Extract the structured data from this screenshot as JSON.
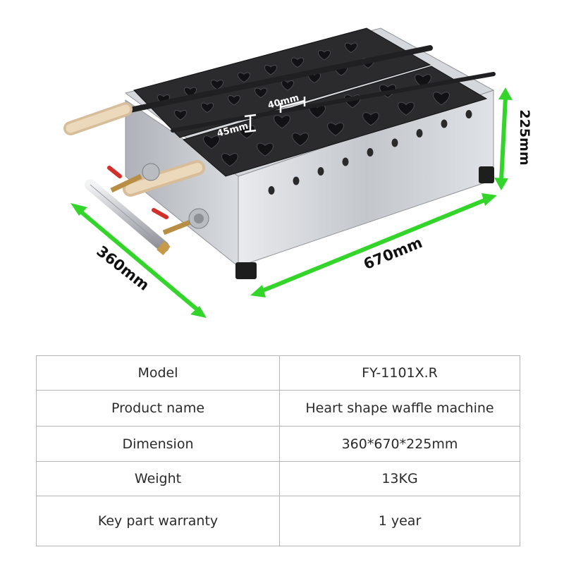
{
  "dimensions": {
    "depth": "360mm",
    "width": "670mm",
    "height": "225mm",
    "cavity_width": "40mm",
    "cavity_height": "45mm"
  },
  "colors": {
    "arrow": "#34d52b",
    "plate": "#2b2b2e",
    "steel": "#c9ccd0",
    "handle": "#e9d3b4",
    "valve": "#e0302a",
    "table_border": "#b5b5b5"
  },
  "specs": [
    {
      "label": "Model",
      "value": "FY-1101X.R"
    },
    {
      "label": "Product name",
      "value": "Heart shape waffle machine"
    },
    {
      "label": "Dimension",
      "value": "360*670*225mm"
    },
    {
      "label": "Weight",
      "value": "13KG"
    },
    {
      "label": "Key part warranty",
      "value": "1 year"
    }
  ]
}
